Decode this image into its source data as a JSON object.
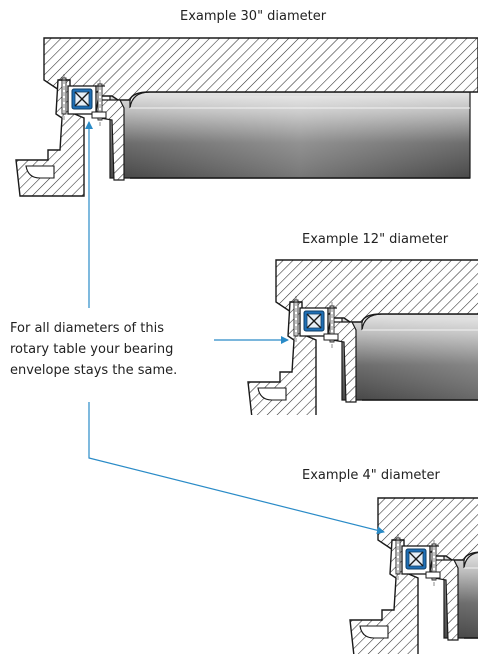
{
  "labels": {
    "example_30": "Example 30\" diameter",
    "example_12": "Example 12\" diameter",
    "example_4": "Example 4\" diameter"
  },
  "note": {
    "line1": "For all diameters of this",
    "line2": "rotary table your bearing",
    "line3": "envelope stays the same."
  },
  "colors": {
    "outline": "#1a1a1a",
    "hatch": "#2b2b2b",
    "bearing_seal": "#1f6fb5",
    "arrow": "#2a8bc7"
  }
}
